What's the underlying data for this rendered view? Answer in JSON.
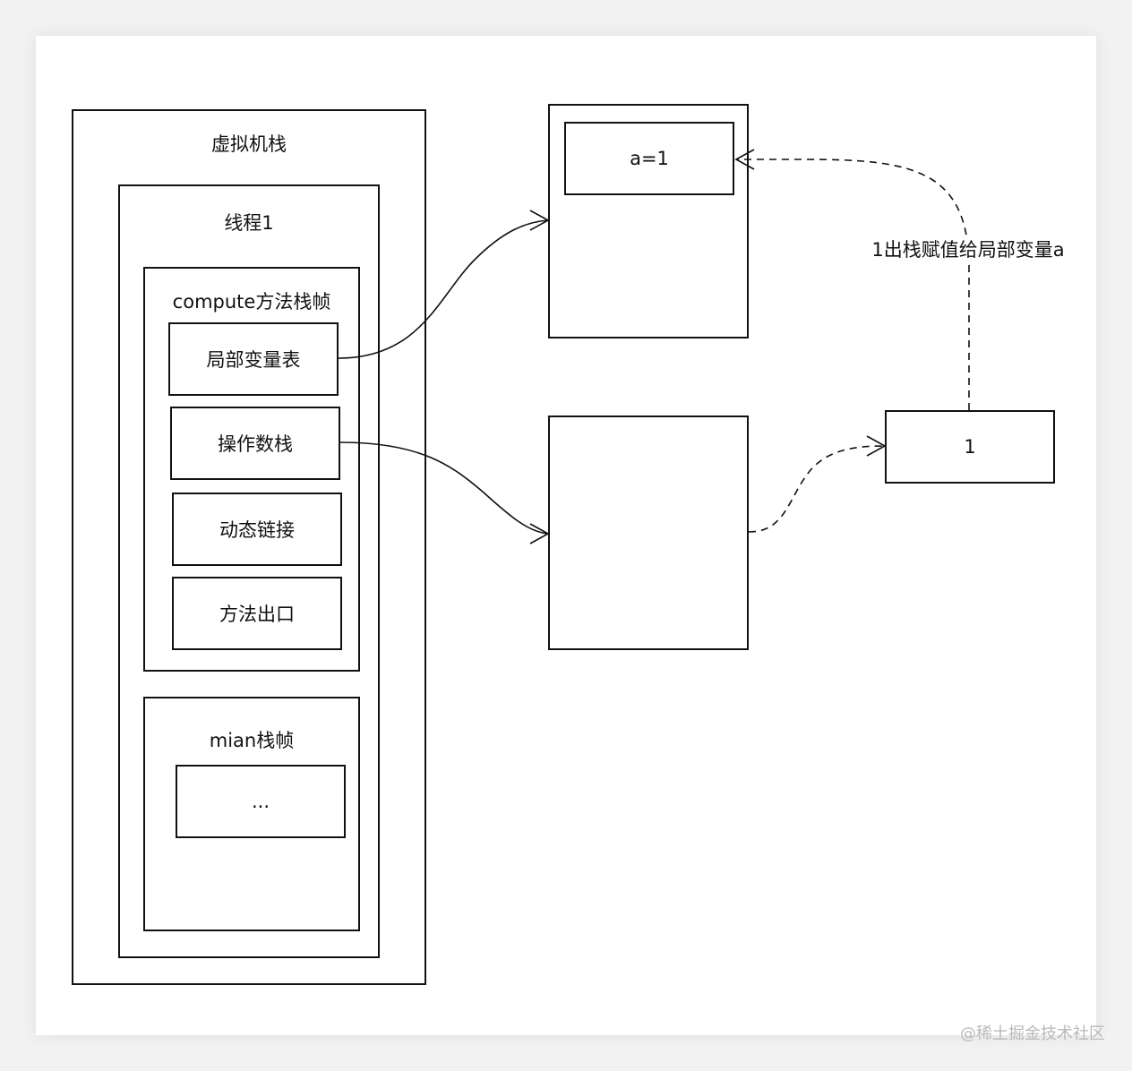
{
  "diagram": {
    "jvm_stack": {
      "label": "虚拟机栈"
    },
    "thread": {
      "label": "线程1"
    },
    "compute_frame": {
      "label": "compute方法栈帧",
      "items": [
        "局部变量表",
        "操作数栈",
        "动态链接",
        "方法出口"
      ]
    },
    "main_frame": {
      "label": "mian栈帧",
      "content": "..."
    },
    "local_var_table": {
      "cell": "a=1"
    },
    "operand_stack_value": {
      "label": "1"
    },
    "assign_note": "1出栈赋值给局部变量a"
  },
  "watermark": "@稀土掘金技术社区",
  "colors": {
    "line": "#111111",
    "background": "#f2f2f2",
    "canvas": "#ffffff",
    "watermark": "#b9b9b9"
  }
}
